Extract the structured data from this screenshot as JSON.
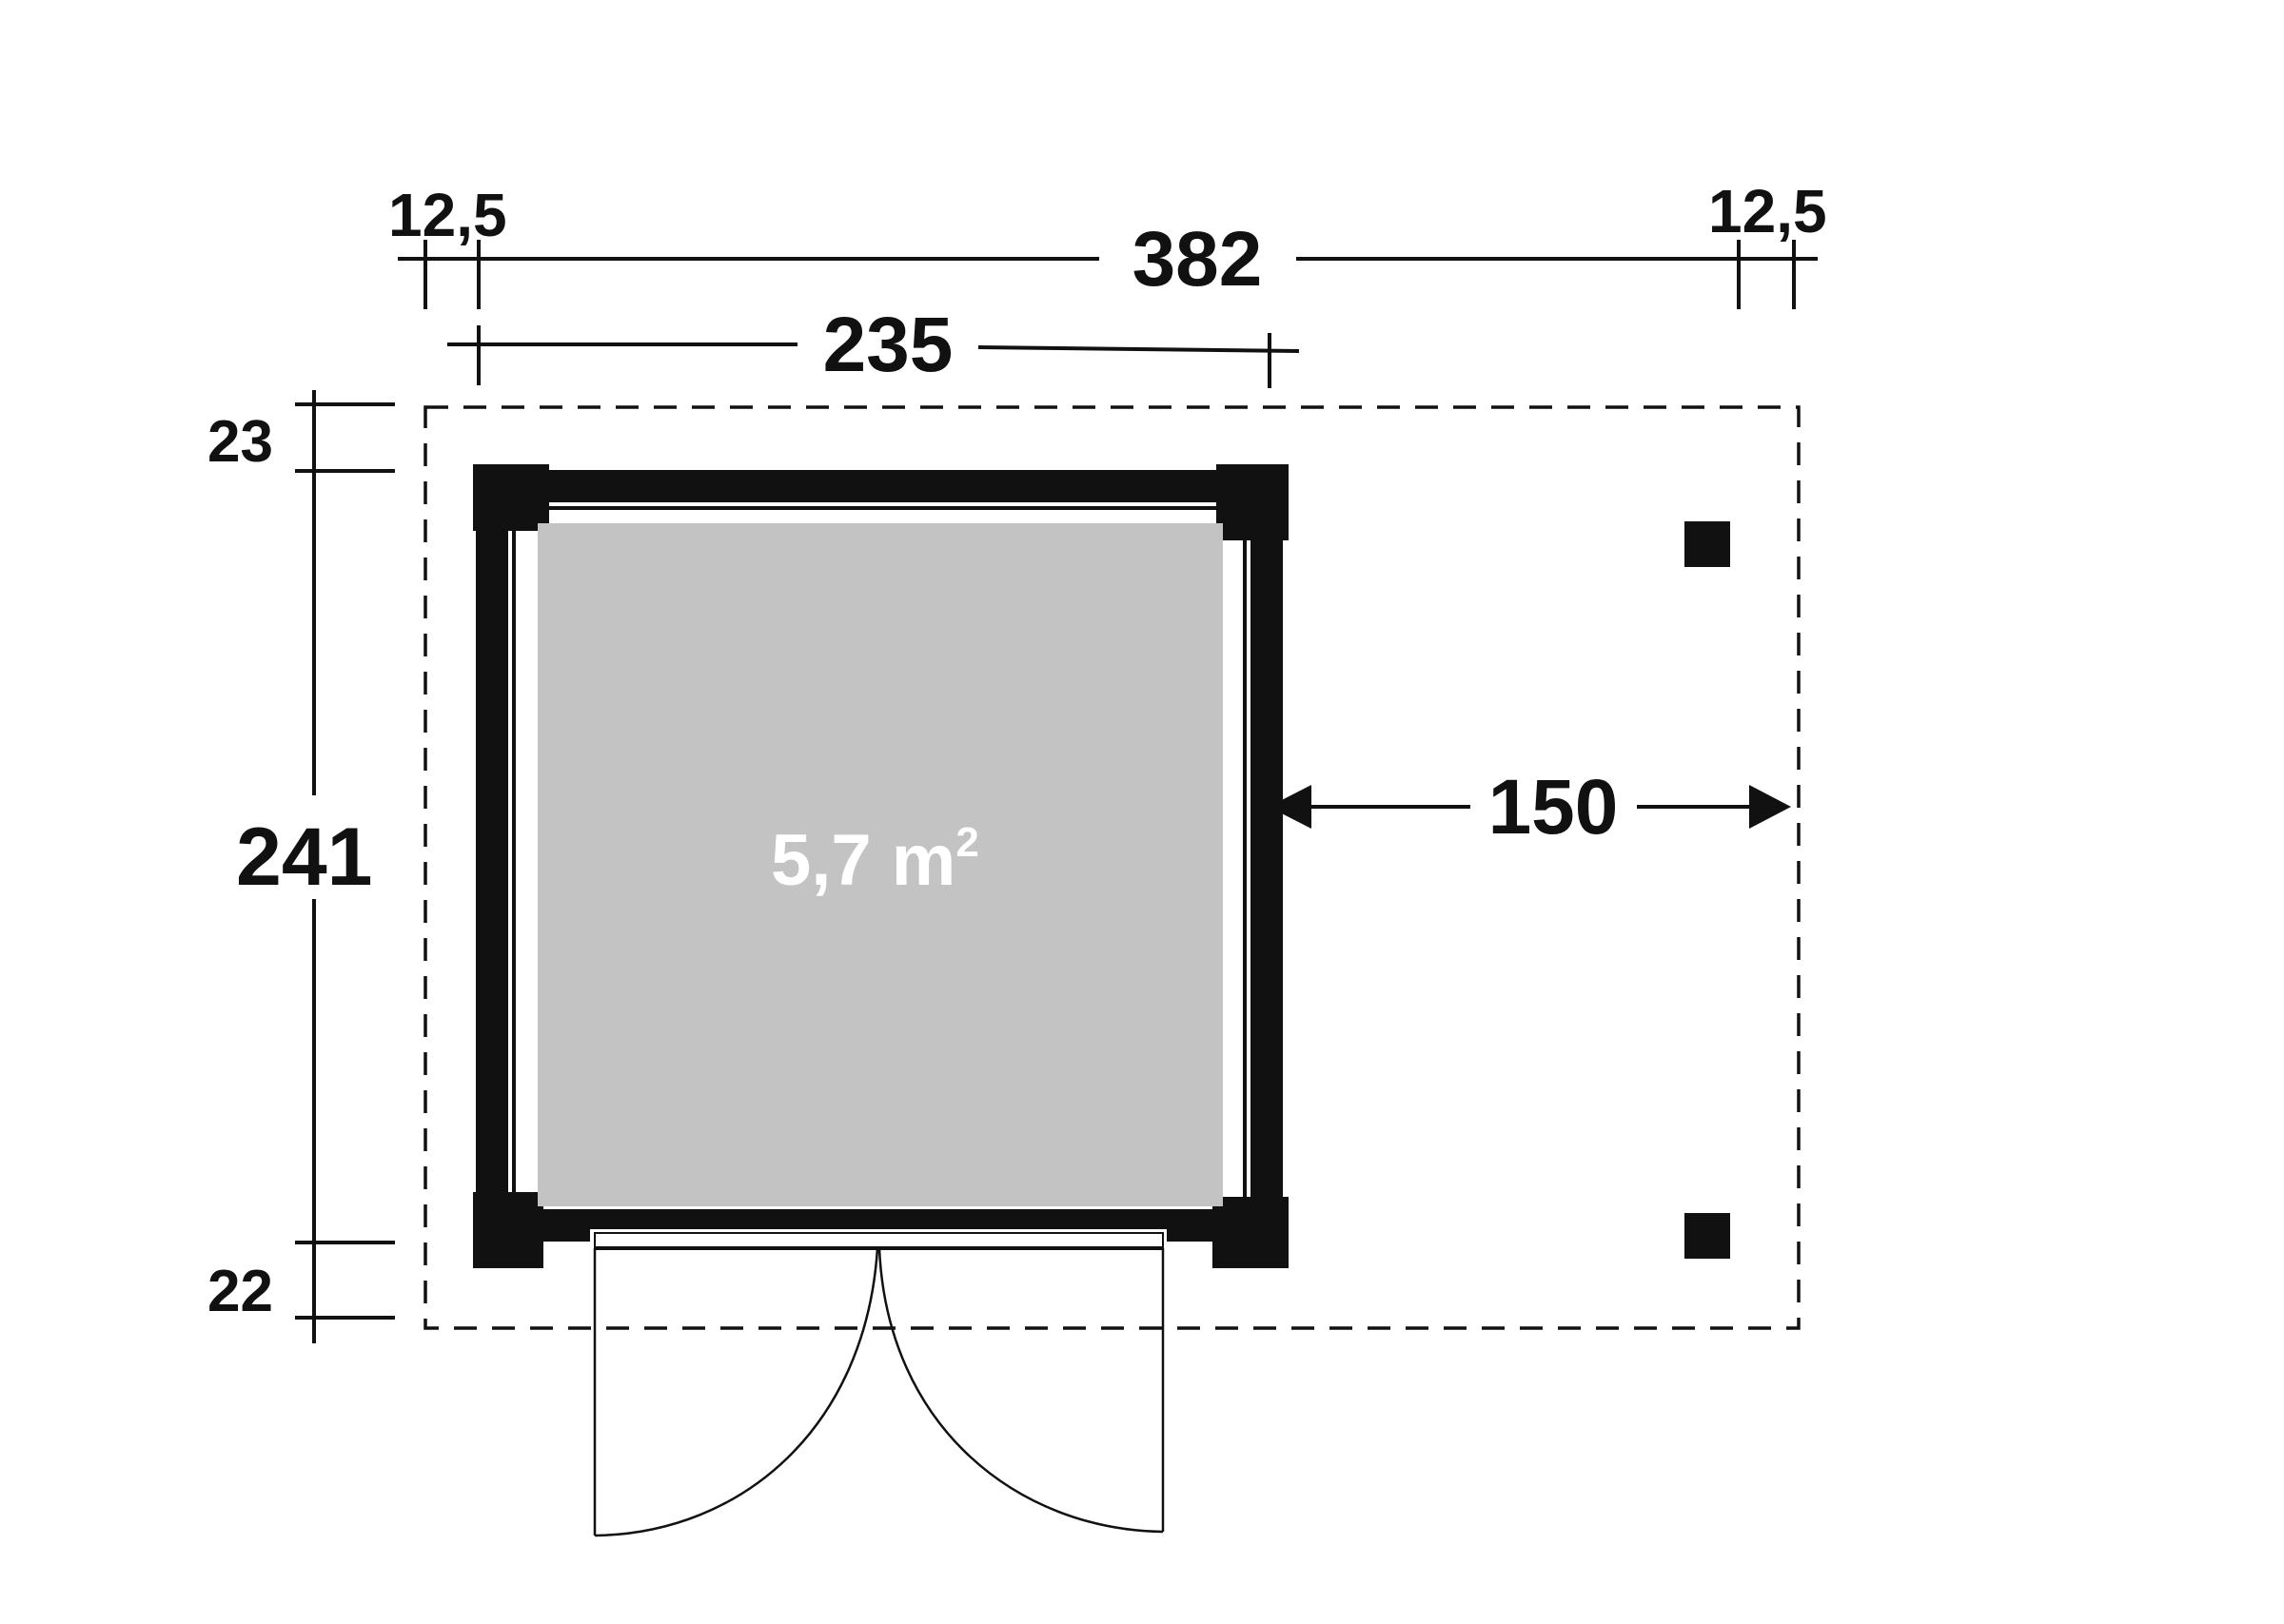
{
  "colors": {
    "ink": "#111111",
    "floor": "#c3c3c3",
    "background": "#ffffff",
    "area_text": "#ffffff"
  },
  "dimensions": {
    "overhang_left": "12,5",
    "total_width": "382",
    "overhang_right": "12,5",
    "house_width": "235",
    "overhang_top": "23",
    "total_depth": "241",
    "overhang_bottom": "22",
    "canopy_width": "150"
  },
  "floor_area": {
    "value": "5,7 m",
    "superscript": "2"
  },
  "door": {
    "type": "double-door"
  }
}
